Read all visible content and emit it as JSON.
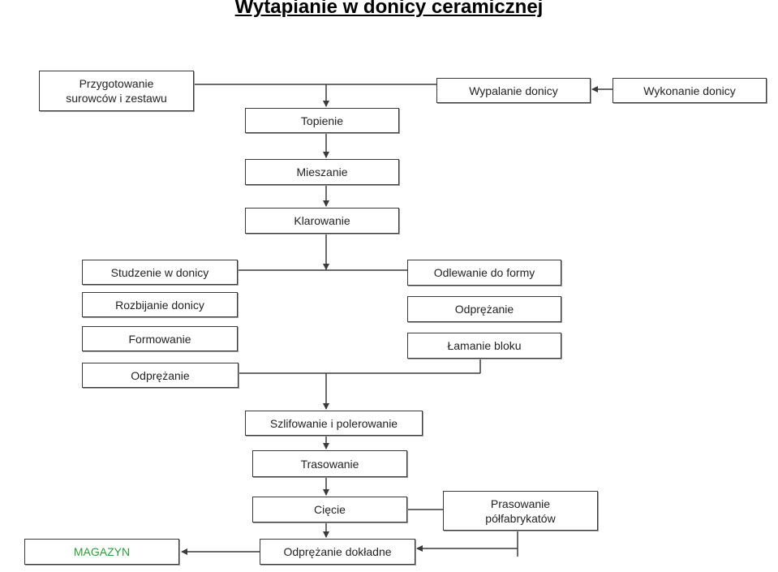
{
  "title": "Wytapianie w donicy ceramicznej",
  "nodes": {
    "przygotowanie": "Przygotowanie\nsurowców i zestawu",
    "wypalanie": "Wypalanie donicy",
    "wykonanie": "Wykonanie donicy",
    "topienie": "Topienie",
    "mieszanie": "Mieszanie",
    "klarowanie": "Klarowanie",
    "studzenie": "Studzenie w donicy",
    "rozbijanie": "Rozbijanie donicy",
    "formowanie": "Formowanie",
    "odprezanie_left": "Odprężanie",
    "odlewanie": "Odlewanie do formy",
    "odprezanie_right": "Odprężanie",
    "lamanie": "Łamanie bloku",
    "szlifowanie": "Szlifowanie i polerowanie",
    "trasowanie": "Trasowanie",
    "ciecie": "Cięcie",
    "prasowanie": "Prasowanie\npółfabrykatów",
    "odprezanie_dokladne": "Odprężanie dokładne",
    "magazyn": "MAGAZYN"
  },
  "colors": {
    "line": "#3a3a3a",
    "magazyn_text": "#2a9d3a"
  }
}
